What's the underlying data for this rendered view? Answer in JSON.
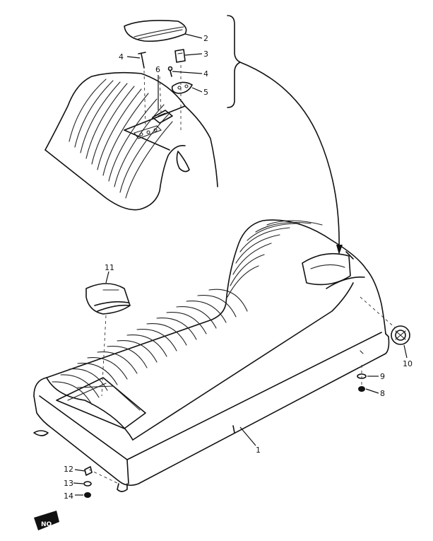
{
  "callouts": {
    "c1": "1",
    "c2": "2",
    "c3": "3",
    "c4a": "4",
    "c4b": "4",
    "c5": "5",
    "c6": "6",
    "c8": "8",
    "c9": "9",
    "c10": "10",
    "c11": "11",
    "c12": "12",
    "c13": "13",
    "c14": "14"
  },
  "decal_text": "NO"
}
